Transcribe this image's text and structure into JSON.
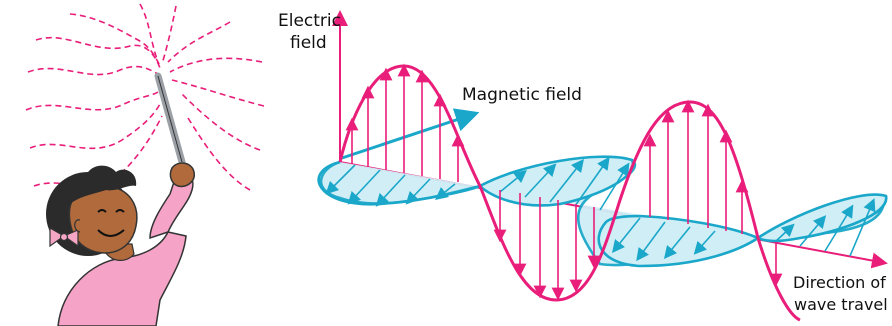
{
  "labels": {
    "electric_line1": "Electric",
    "electric_line2": "field",
    "magnetic": "Magnetic field",
    "direction_line1": "Direction of",
    "direction_line2": "wave travel"
  },
  "colors": {
    "electric": "#e91e7a",
    "magnetic": "#1aa7c9",
    "skin": "#b06a3b",
    "shirt": "#f5a3c7",
    "hair": "#2b2b2b",
    "bow": "#f4a6c4",
    "wand": "#9aa0a6"
  },
  "icons": {
    "child": "child-waving-wand-illustration",
    "waves": "dashed-radiating-waves"
  }
}
